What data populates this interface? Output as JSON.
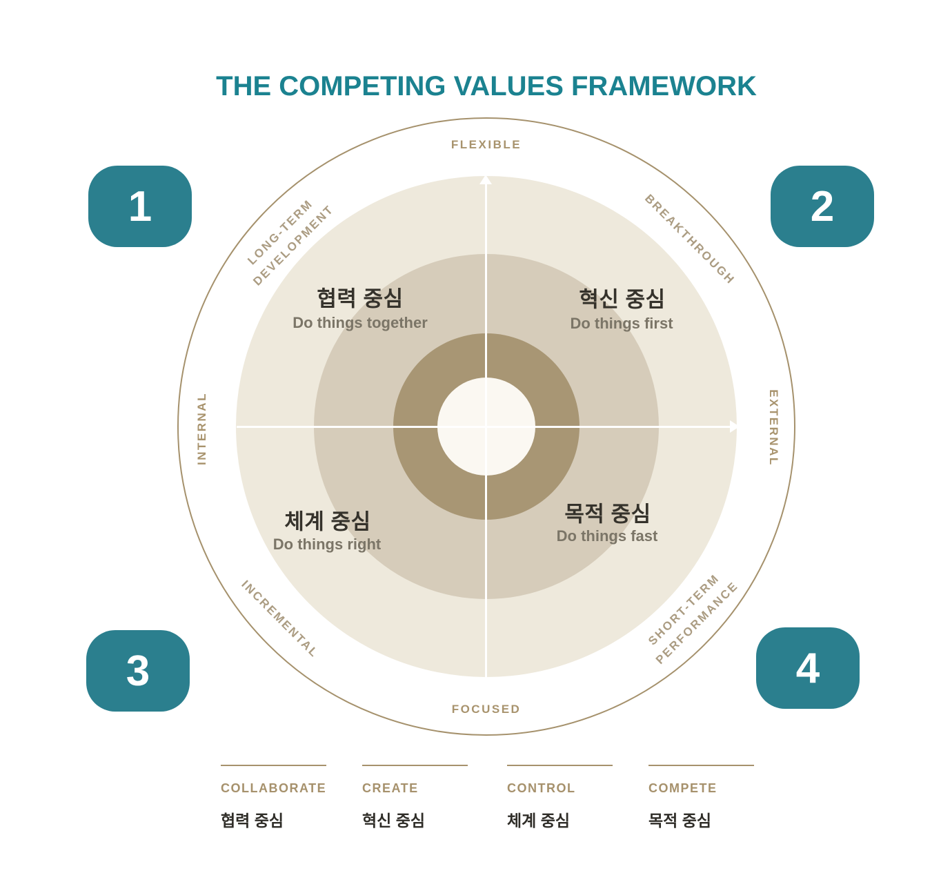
{
  "title": "THE COMPETING VALUES FRAMEWORK",
  "wheel": {
    "axis": {
      "top": "FLEXIBLE",
      "bottom": "FOCUSED",
      "left": "INTERNAL",
      "right": "EXTERNAL"
    },
    "corners": {
      "top_left_line1": "LONG-TERM",
      "top_left_line2": "DEVELOPMENT",
      "top_right": "BREAKTHROUGH",
      "bottom_left": "INCREMENTAL",
      "bottom_right_line1": "SHORT-TERM",
      "bottom_right_line2": "PERFORMANCE"
    },
    "quadrants": [
      {
        "korean": "협력 중심",
        "english": "Do things together"
      },
      {
        "korean": "혁신 중심",
        "english": "Do things first"
      },
      {
        "korean": "체계 중심",
        "english": "Do things right"
      },
      {
        "korean": "목적 중심",
        "english": "Do things fast"
      }
    ]
  },
  "badges": [
    {
      "number": "1"
    },
    {
      "number": "2"
    },
    {
      "number": "3"
    },
    {
      "number": "4"
    }
  ],
  "legend": [
    {
      "label": "COLLABORATE",
      "korean": "협력 중심"
    },
    {
      "label": "CREATE",
      "korean": "혁신 중심"
    },
    {
      "label": "CONTROL",
      "korean": "체계 중심"
    },
    {
      "label": "COMPETE",
      "korean": "목적 중심"
    }
  ],
  "colors": {
    "badge_teal": "#2b7f8e",
    "title_teal": "#1b8290",
    "tan_text": "#a8936d",
    "outer_ring_border": "#a5916c",
    "circle_cream": "#eee9dc",
    "circle_mid": "#d6ccba",
    "circle_donut": "#a89674",
    "circle_center": "#fbf8f2"
  }
}
